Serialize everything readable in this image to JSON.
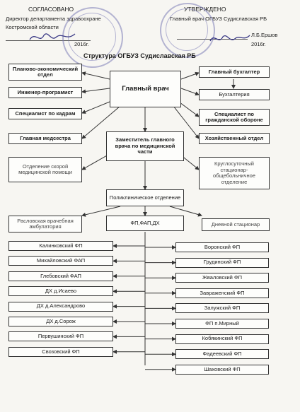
{
  "header": {
    "agreed_title": "СОГЛАСОВАНО",
    "agreed_line1": "Директор департамента здравоохране",
    "agreed_line2": "Костромской области",
    "agreed_date": "2016г.",
    "approved_title": "УТВЕРЖДЕНО",
    "approved_line1": "Главный врач ОГБУЗ Судиславская РБ",
    "approved_name": "Л.Б.Ершов",
    "approved_date": "2016г."
  },
  "title": "Структура ОГБУЗ Судиславская РБ",
  "boxes": {
    "plan_dept": "Планово-экономический отдел",
    "engineer": "Инженер-програмист",
    "personnel": "Специалист по кадрам",
    "head_nurse": "Главная медсестра",
    "chief_doctor": "Главный врач",
    "chief_accountant": "Главный бухгалтер",
    "accounting": "Бухгалтерия",
    "civil_defense": "Специалист по гражданской обороне",
    "household": "Хозяйственный отдел",
    "deputy": "Заместитель главного врача по медицинской части",
    "ambulance": "Отделение скорой медицинской помощи",
    "hospital": "Круглосуточный стационар-общебольничное отделение",
    "polyclinic": "Поликлиническое отделение",
    "rural_clinic": "Расловская врачебная амбулатория",
    "fp_fap": "ФП,ФАП,ДХ",
    "day_hospital": "Дневной стационар"
  },
  "left_items": [
    "Калинковский ФП",
    "Михайловский ФАП",
    "Глебовский ФАП",
    "ДХ д.Исаево",
    "ДХ д.Александрово",
    "ДХ д.Сорож",
    "Первушинский ФП",
    "Свозовский ФП"
  ],
  "right_items": [
    "Воронский ФП",
    "Грудинский ФП",
    "Жваловский ФП",
    "Завраженский ФП",
    "Залужский ФП",
    "ФП п.Мирный",
    "Кобякинский ФП",
    "Фадеевский ФП",
    "Шаховский ФП"
  ]
}
